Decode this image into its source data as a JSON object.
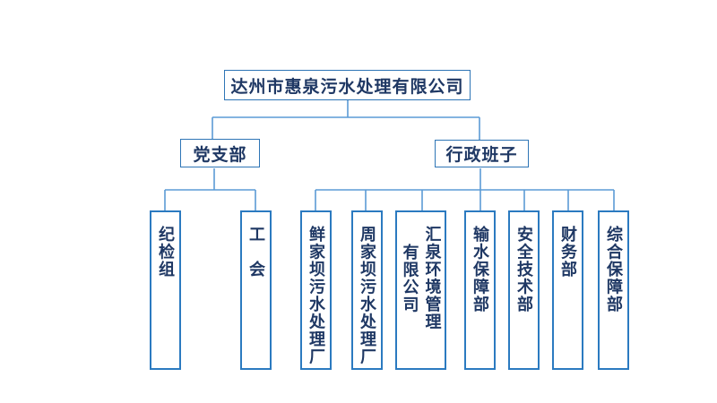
{
  "diagram": {
    "type": "org-chart",
    "title": "达州市惠泉污水处理有限公司",
    "colors": {
      "background": "#ffffff",
      "box_border": "#2b7ac0",
      "text": "#1f3864",
      "connector": "#5b9bd5"
    },
    "root": {
      "label": "达州市惠泉污水处理有限公司"
    },
    "branches": [
      {
        "label": "党支部",
        "children": [
          {
            "label": "纪检组"
          },
          {
            "label": "工　会"
          }
        ]
      },
      {
        "label": "行政班子",
        "children": [
          {
            "label": "鲜家坝污水处理厂"
          },
          {
            "label": "周家坝污水处理厂"
          },
          {
            "label": "汇泉环境管理\n有限公司"
          },
          {
            "label": "输水保障部"
          },
          {
            "label": "安全技术部"
          },
          {
            "label": "财务部"
          },
          {
            "label": "综合保障部"
          }
        ]
      }
    ]
  }
}
